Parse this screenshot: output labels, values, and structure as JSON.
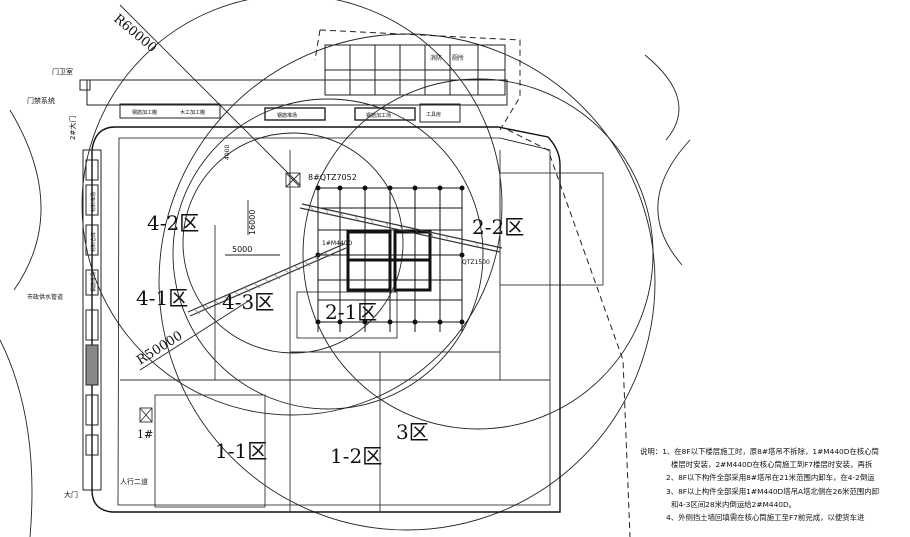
{
  "zones": {
    "z41": "4-1区",
    "z42": "4-2区",
    "z43": "4-3区",
    "z21": "2-1区",
    "z22": "2-2区",
    "z11": "1-1区",
    "z12": "1-2区",
    "z3": "3区"
  },
  "cranes": {
    "r60000": "R60000",
    "r50000": "R50000",
    "crane8": "8#QTZ7052",
    "crane1": "1#",
    "crane_core": "1#M440D",
    "crane_east": "QTZ1500"
  },
  "dims": {
    "d5000": "5000",
    "d16000": "16000",
    "d4000": "4000"
  },
  "labels": {
    "gate_guard": "门卫室",
    "gate_system": "门禁系统",
    "gate2": "2#大门",
    "city_water": "市政供水管道",
    "gate_bottom": "大门",
    "road_bottom": "人行二道",
    "toilet": "厕所",
    "office": "工具房",
    "fire": "消防",
    "shed1": "钢筋加工棚",
    "shed2": "钢筋堆场",
    "shed3": "钢筋加工场",
    "shed4": "木工加工棚",
    "left_store1": "材料堆场",
    "left_store2": "材料仓库",
    "left_store3": "钢筋堆场"
  },
  "notes": {
    "prefix": "说明：",
    "line1": "1、在8F以下楼层施工时，原8#塔吊不拆除，1#M440D在核心筒",
    "line1b": "楼层时安装，2#M440D在核心筒施工到F7楼层时安装，再拆",
    "line2": "2、8F以下构件全部采用8#塔吊在21米范围内卸车，在4-2倒运",
    "line3": "3、8F以上构件全部采用1#M440D塔吊A塔北侧在26米范围内卸",
    "line3b": "和4-3区间28米内倒运给2#M440D。",
    "line4": "4、外侧挡土墙回填需在核心筒施工至F7前完成，以便货车进"
  }
}
